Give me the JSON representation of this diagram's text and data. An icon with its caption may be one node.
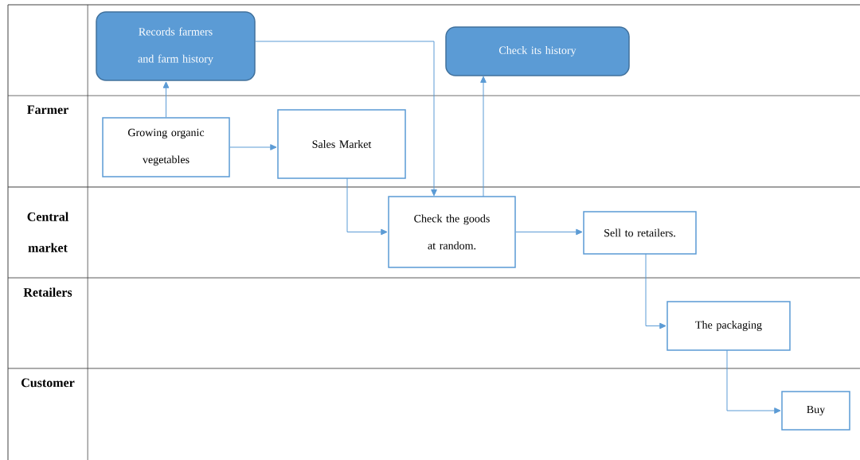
{
  "diagram": {
    "nodes": [
      {
        "text": [
          "Records farmers and farm history"
        ]
      },
      {
        "text": [
          "Check its history"
        ]
      },
      {
        "text": [
          "Growing organic vegetables"
        ]
      },
      {
        "text": [
          "Sales Market"
        ]
      },
      {
        "text": [
          "Check the goods at random."
        ]
      },
      {
        "text": [
          "Sell to retailers."
        ]
      },
      {
        "text": [
          "The packaging"
        ]
      },
      {
        "text": [
          "Buy"
        ]
      }
    ],
    "edges": [
      {
        "from": 2,
        "to": 0,
        "arrow": "to"
      },
      {
        "from": 2,
        "to": 3,
        "arrow": "to"
      },
      {
        "from": 0,
        "to": 4,
        "arrow": "to"
      },
      {
        "from": 3,
        "to": 4,
        "arrow": "to"
      },
      {
        "from": 4,
        "to": 1,
        "arrow": "to"
      },
      {
        "from": 4,
        "to": 5,
        "arrow": "to"
      },
      {
        "from": 5,
        "to": 6,
        "arrow": "to"
      },
      {
        "from": 6,
        "to": 7,
        "arrow": "to"
      }
    ],
    "labels": [
      "Farmer",
      "Central market",
      "Retailers",
      "Customer"
    ]
  }
}
